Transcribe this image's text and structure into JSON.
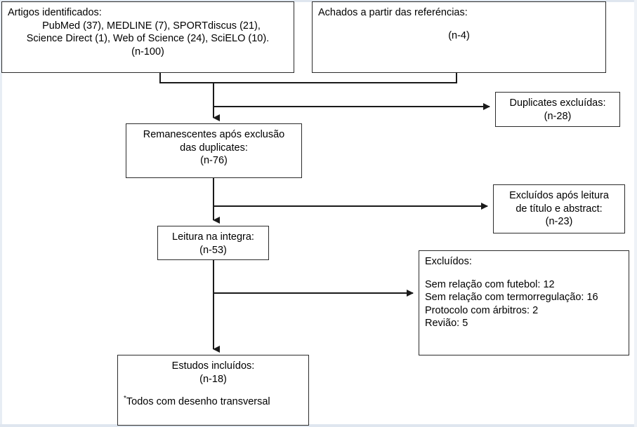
{
  "diagram": {
    "type": "prisma-flow-diagram",
    "language": "pt-BR",
    "title": "",
    "colors": {
      "box_border": "#2b2b2b",
      "connector": "#1a1a1a",
      "background": "#ffffff",
      "text": "#000000"
    },
    "nodes": {
      "identified": {
        "name": "artigos-identificados",
        "lines": [
          "Artigos identificados:",
          "PubMed (37), MEDLINE (7), SPORTdiscus (21),",
          "Science Direct (1), Web of Science (24), SciELO (10).",
          "(n-100)"
        ],
        "count_label": "(n-100)",
        "count": 100,
        "sources": [
          {
            "name": "PubMed",
            "count": 37
          },
          {
            "name": "MEDLINE",
            "count": 7
          },
          {
            "name": "SPORTdiscus",
            "count": 21
          },
          {
            "name": "Science Direct",
            "count": 1
          },
          {
            "name": "Web of Science",
            "count": 24
          },
          {
            "name": "SciELO",
            "count": 10
          }
        ]
      },
      "references": {
        "name": "achados-referencias",
        "lines": [
          "Achados a partir das referéncias:",
          "(n-4)"
        ],
        "count_label": "(n-4)",
        "count": 4
      },
      "duplicates_excluded": {
        "name": "duplicates-excluidas",
        "lines": [
          "Duplicates excluídas:",
          "(n-28)"
        ],
        "count_label": "(n-28)",
        "count": 28
      },
      "remaining": {
        "name": "remanescentes-apos-exclusao",
        "lines": [
          "Remanescentes após exclusão",
          "das duplicates:",
          "(n-76)"
        ],
        "count_label": "(n-76)",
        "count": 76
      },
      "excluded_title_abstract": {
        "name": "excluidos-apos-leitura-titulo-abstract",
        "lines": [
          "Excluídos após leitura",
          "de título e abstract:",
          "(n-23)"
        ],
        "count_label": "(n-23)",
        "count": 23
      },
      "full_text": {
        "name": "leitura-na-integra",
        "lines": [
          "Leitura na integra:",
          "(n-53)"
        ],
        "count_label": "(n-53)",
        "count": 53
      },
      "excluded_reasons": {
        "name": "excluidos-motivos",
        "heading": "Excluídos:",
        "reasons": [
          "Sem relação com futebol: 12",
          "Sem relação com termorregulação: 16",
          "Protocolo com árbitros: 2",
          "Revião: 5"
        ],
        "reason_items": [
          {
            "label": "Sem relação com futebol",
            "count": 12
          },
          {
            "label": "Sem relação com termorregulação",
            "count": 16
          },
          {
            "label": "Protocolo com árbitros",
            "count": 2
          },
          {
            "label": "Revião",
            "count": 5
          }
        ]
      },
      "included": {
        "name": "estudos-incluidos",
        "lines": [
          "Estudos incluídos:",
          "(n-18)"
        ],
        "count_label": "(n-18)",
        "count": 18,
        "footnote_marker": "*",
        "footnote": "Todos com desenho transversal"
      }
    }
  }
}
